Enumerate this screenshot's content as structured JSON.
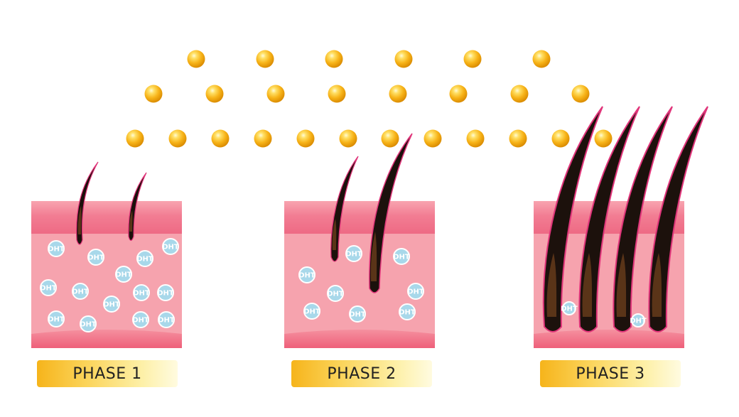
{
  "phases": [
    {
      "label": "PHASE 1"
    },
    {
      "label": "PHASE 2"
    },
    {
      "label": "PHASE 3"
    }
  ],
  "dht_label": "DHT",
  "colors": {
    "droplet": "#f7b318",
    "skin_top": "#f47f95",
    "skin_body": "#f6a3ae",
    "skin_bottom": "#f1667e",
    "dht_badge": "#a8d8ea",
    "hair_dark": "#1c110c",
    "hair_bulb": "#5a3418",
    "hair_outline": "#e0357a",
    "label_gradient_start": "#f6b41b",
    "label_gradient_end": "#fffbe0"
  }
}
